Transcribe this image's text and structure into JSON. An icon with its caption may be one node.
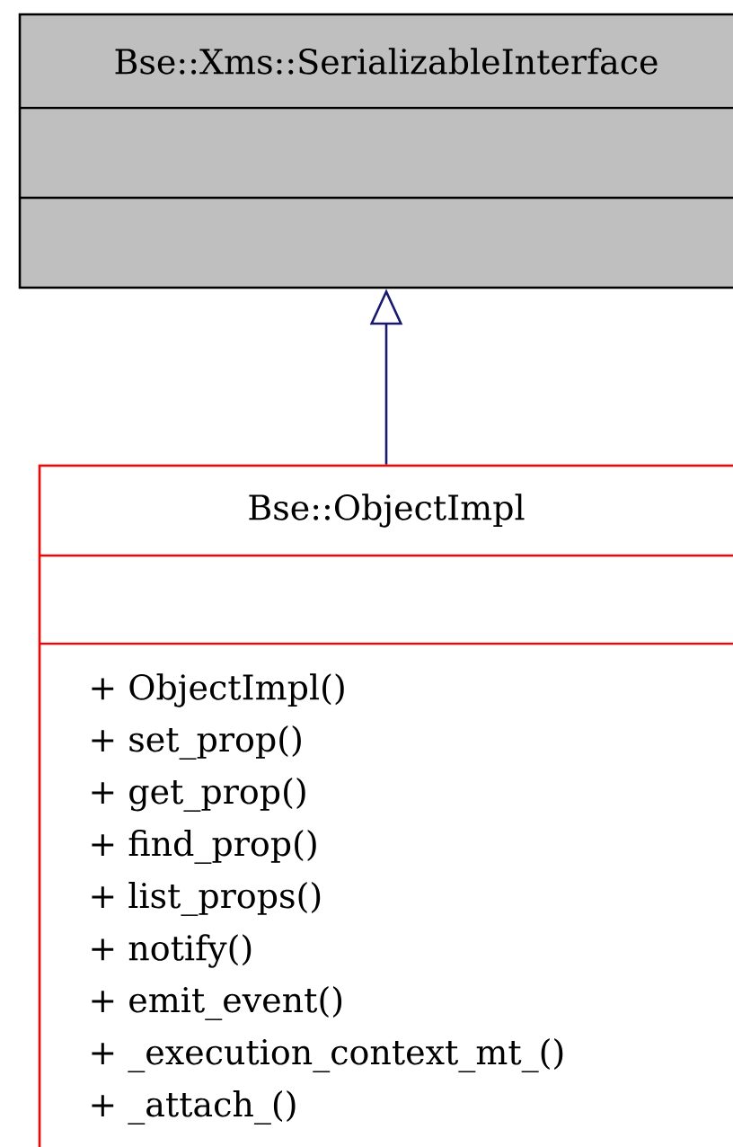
{
  "diagram": {
    "nodes": [
      {
        "text": [
          "Bse::Xms::SerializableInterface"
        ]
      },
      {
        "text": [
          "Bse::ObjectImpl",
          "+ ObjectImpl()",
          "+ set_prop()",
          "+ get_prop()",
          "+ find_prop()",
          "+ list_props()",
          "+ notify()",
          "+ emit_event()",
          "+ _execution_context_mt_()",
          "+ _attach_()"
        ]
      }
    ],
    "edges": [
      {
        "from": 1,
        "to": 0,
        "arrow": "to"
      }
    ]
  }
}
